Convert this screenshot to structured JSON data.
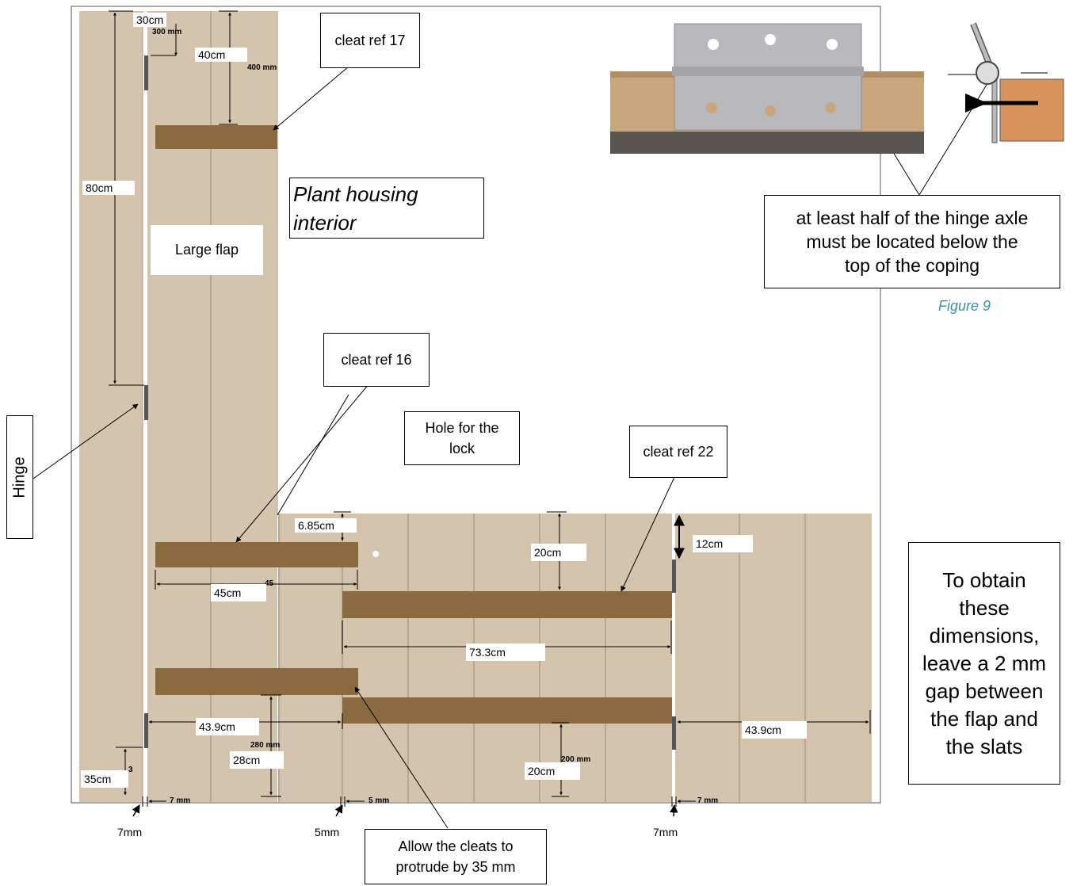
{
  "labels": {
    "cleat_17": "cleat ref 17",
    "cleat_16": "cleat ref 16",
    "cleat_22": "cleat ref 22",
    "plant_housing_line1": "Plant housing",
    "plant_housing_line2": "interior",
    "large_flap": "Large flap",
    "hinge": "Hinge",
    "hole_line1": "Hole for the",
    "hole_line2": "lock",
    "hinge_note_line1": "at least half of the hinge axle",
    "hinge_note_line2": "must be located below the",
    "hinge_note_line3": "top of the coping",
    "figure": "Figure 9",
    "gap_note": [
      "To obtain",
      "these",
      "dimensions,",
      "leave a 2 mm",
      "gap between",
      "the flap and",
      "the slats"
    ],
    "protrude_line1": "Allow the cleats to",
    "protrude_line2": "protrude by 35 mm"
  },
  "dimensions": {
    "d30": "30cm",
    "d40": "40cm",
    "d80": "80cm",
    "d685": "6.85cm",
    "d45": "45cm",
    "d20a": "20cm",
    "d12": "12cm",
    "d733": "73.3cm",
    "d439a": "43.9cm",
    "d439b": "43.9cm",
    "d28": "28cm",
    "d20b": "20cm",
    "d35": "35cm",
    "g7a": "7mm",
    "g5": "5mm",
    "g7b": "7mm"
  },
  "underlying_marks": {
    "m300": "300 mm",
    "m400": "400 mm",
    "m280": "280 mm",
    "m200": "200 mm",
    "m45": "45",
    "m3": "3",
    "mm7a": "7 mm",
    "mm5": "5 mm",
    "mm7b": "7 mm"
  },
  "colors": {
    "wood": "#d4c4ae",
    "wood_groove": "#b8a690",
    "cleat": "#8a6a3e",
    "hinge_metal": "#b9b9bd",
    "coping": "#c9a77c",
    "coping_dark": "#5a5550",
    "slab": "#d9935a",
    "figure_caption": "#3d8fa3"
  }
}
